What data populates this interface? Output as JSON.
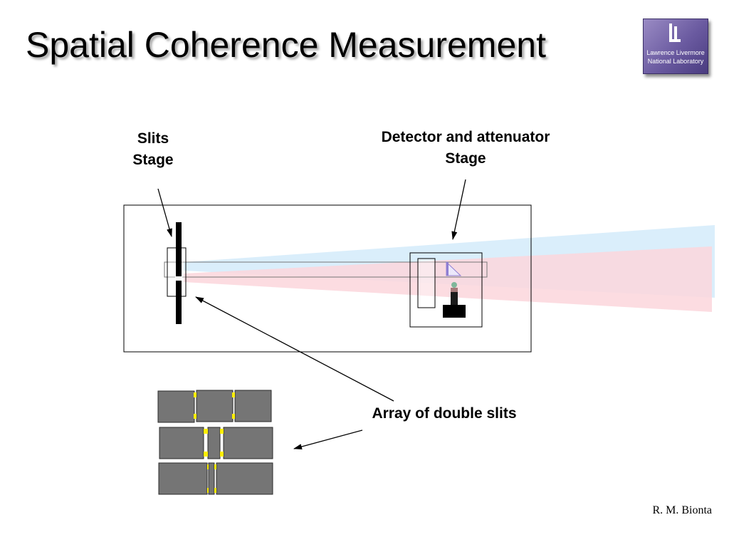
{
  "slide": {
    "title": "Spatial Coherence Measurement",
    "author": "R. M. Bionta"
  },
  "logo": {
    "line1": "Lawrence Livermore",
    "line2": "National Laboratory"
  },
  "labels": {
    "slits_stage": [
      "Slits",
      "Stage"
    ],
    "detector_stage": [
      "Detector and attenuator",
      "Stage"
    ],
    "array": "Array of double slits"
  },
  "colors": {
    "beam_blue": "#d6ecfb",
    "beam_pink": "#fbd6dc",
    "slit_gray": "#757575",
    "slit_yellow": "#ffee00",
    "logo_purple": "#6a5aa0"
  }
}
